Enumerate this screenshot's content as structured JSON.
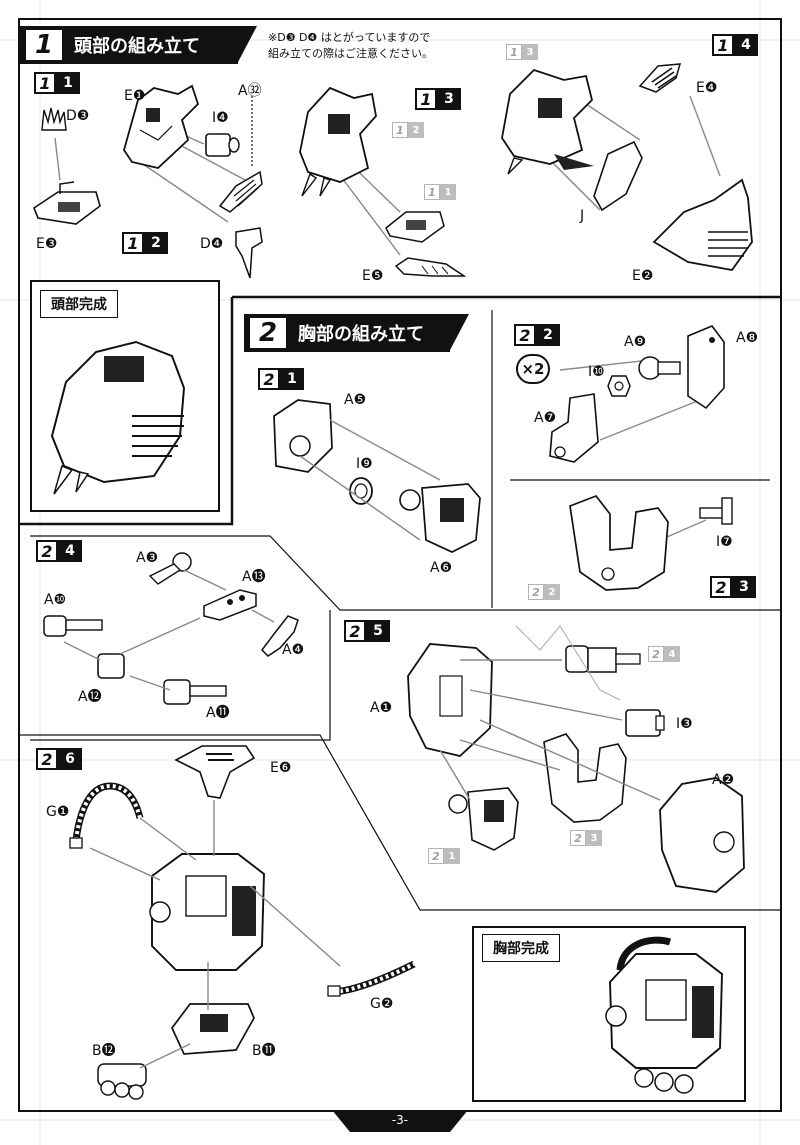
{
  "page_number": "-3-",
  "sections": [
    {
      "num": "1",
      "title": "頭部の組み立て"
    },
    {
      "num": "2",
      "title": "胸部の組み立て"
    }
  ],
  "note": {
    "line1": "※D❸ D❹ はとがっていますので",
    "line2": "組み立ての際はご注意ください。"
  },
  "completed": {
    "head": "頭部完成",
    "chest": "胸部完成"
  },
  "multiplier": "×2",
  "steps": {
    "s1_1": {
      "major": "1",
      "minor": "1"
    },
    "s1_2": {
      "major": "1",
      "minor": "2"
    },
    "s1_3": {
      "major": "1",
      "minor": "3"
    },
    "s1_4": {
      "major": "1",
      "minor": "4"
    },
    "s2_1": {
      "major": "2",
      "minor": "1"
    },
    "s2_2": {
      "major": "2",
      "minor": "2"
    },
    "s2_3": {
      "major": "2",
      "minor": "3"
    },
    "s2_4": {
      "major": "2",
      "minor": "4"
    },
    "s2_5": {
      "major": "2",
      "minor": "5"
    },
    "s2_6": {
      "major": "2",
      "minor": "6"
    }
  },
  "refs": {
    "r12_a": {
      "major": "1",
      "minor": "2"
    },
    "r11_a": {
      "major": "1",
      "minor": "1"
    },
    "r13_b": {
      "major": "1",
      "minor": "3"
    },
    "r22_c": {
      "major": "2",
      "minor": "2"
    },
    "r24_d": {
      "major": "2",
      "minor": "4"
    },
    "r23_e": {
      "major": "2",
      "minor": "3"
    },
    "r21_f": {
      "major": "2",
      "minor": "1"
    }
  },
  "parts": {
    "p_d3": "D❸",
    "p_e3": "E❸",
    "p_e1": "E❶",
    "p_i4": "I❹",
    "p_a32": "A㉜",
    "p_d4": "D❹",
    "p_e5": "E❺",
    "p_j": "J",
    "p_e2": "E❷",
    "p_e4": "E❹",
    "p_a5": "A❺",
    "p_i9": "I❾",
    "p_a6": "A❻",
    "p_a9": "A❾",
    "p_a8": "A❽",
    "p_i10": "I❿",
    "p_a7": "A❼",
    "p_i7": "I❼",
    "p_a3": "A❸",
    "p_a13": "A⓭",
    "p_a10": "A❿",
    "p_a4": "A❹",
    "p_a12": "A⓬",
    "p_a11": "A⓫",
    "p_a1": "A❶",
    "p_i3": "I❸",
    "p_a2": "A❷",
    "p_e6": "E❻",
    "p_g1": "G❶",
    "p_g2": "G❷",
    "p_b12": "B⓬",
    "p_b11": "B⓫"
  }
}
